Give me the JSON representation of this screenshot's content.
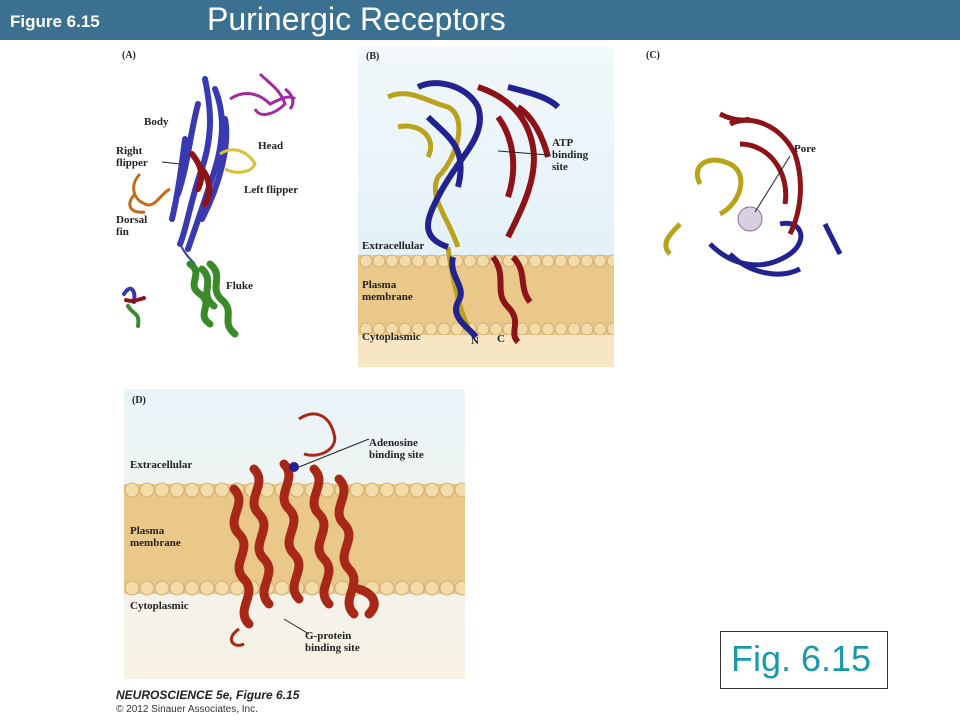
{
  "header": {
    "figure_label": "Figure 6.15",
    "title": "Purinergic Receptors"
  },
  "panel_a": {
    "label": "(A)",
    "labels": {
      "body": "Body",
      "head": "Head",
      "right_flipper_1": "Right",
      "right_flipper_2": "flipper",
      "left_flipper": "Left flipper",
      "dorsal_fin_1": "Dorsal",
      "dorsal_fin_2": "fin",
      "fluke": "Fluke"
    }
  },
  "panel_b": {
    "label": "(B)",
    "labels": {
      "atp_1": "ATP",
      "atp_2": "binding",
      "atp_3": "site",
      "extracellular": "Extracellular",
      "plasma_1": "Plasma",
      "plasma_2": "membrane",
      "cytoplasmic": "Cytoplasmic",
      "n": "N",
      "c": "C"
    }
  },
  "panel_c": {
    "label": "(C)",
    "labels": {
      "pore": "Pore"
    }
  },
  "panel_d": {
    "label": "(D)",
    "labels": {
      "adenosine_1": "Adenosine",
      "adenosine_2": "binding site",
      "extracellular": "Extracellular",
      "plasma_1": "Plasma",
      "plasma_2": "membrane",
      "cytoplasmic": "Cytoplasmic",
      "gprotein_1": "G-protein",
      "gprotein_2": "binding site"
    }
  },
  "fig_box": {
    "text": "Fig. 6.15",
    "color": "#1a9aa8"
  },
  "footer": {
    "book": "NEUROSCIENCE 5e, Figure 6.15",
    "copyright": "© 2012 Sinauer Associates, Inc."
  },
  "colors": {
    "header": "#3c7090",
    "blue_protein": "#2a2a8c",
    "red_protein": "#8c1418",
    "yellow_protein": "#b9a21c",
    "membrane": "#e9c88a"
  }
}
